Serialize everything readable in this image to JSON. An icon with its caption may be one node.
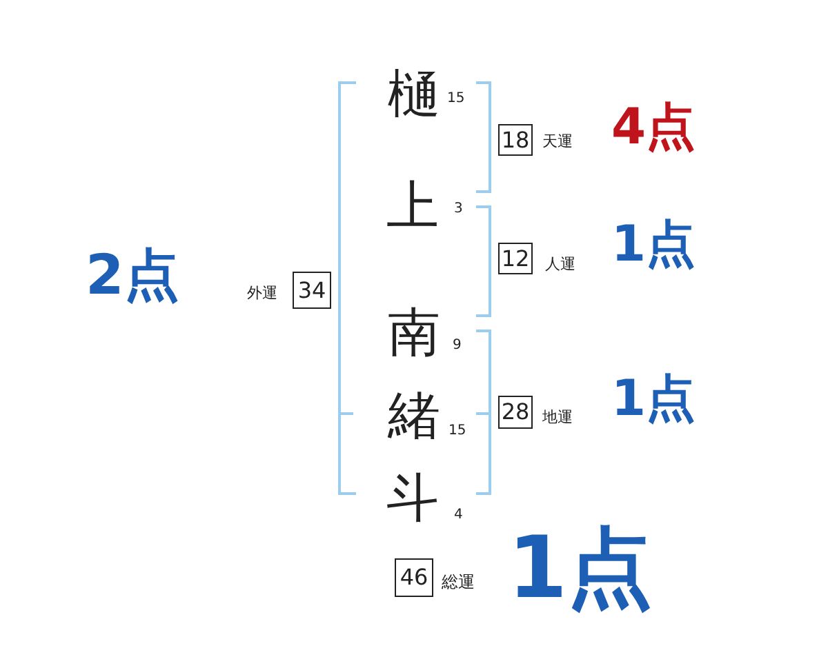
{
  "diagram": {
    "nodes": [
      {
        "text": [
          "18"
        ],
        "beside": [
          "天運",
          "4点"
        ]
      },
      {
        "text": [
          "12"
        ],
        "beside": [
          "人運",
          "1点"
        ]
      },
      {
        "text": [
          "34"
        ],
        "beside": [
          "外運",
          "2点"
        ]
      },
      {
        "text": [
          "28"
        ],
        "beside": [
          "地運",
          "1点"
        ]
      },
      {
        "text": [
          "46"
        ],
        "beside": [
          "総運",
          "1点"
        ]
      }
    ],
    "labels": [
      "樋",
      "15",
      "上",
      "3",
      "南",
      "9",
      "緒",
      "15",
      "斗",
      "4"
    ]
  }
}
